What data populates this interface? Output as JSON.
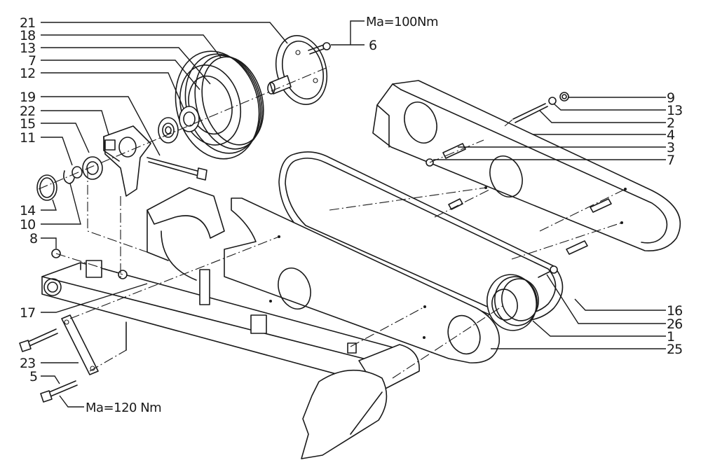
{
  "diagram": {
    "type": "exploded-parts-view",
    "torque_labels": {
      "top": "Ma=100Nm",
      "bottom": "Ma=120 Nm"
    },
    "callouts_left": [
      "21",
      "18",
      "13",
      "7",
      "12",
      "19",
      "22",
      "15",
      "11",
      "14",
      "10",
      "8",
      "17",
      "23",
      "5"
    ],
    "callouts_right": [
      "6",
      "9",
      "13",
      "2",
      "4",
      "3",
      "7",
      "16",
      "26",
      "1",
      "25"
    ]
  }
}
